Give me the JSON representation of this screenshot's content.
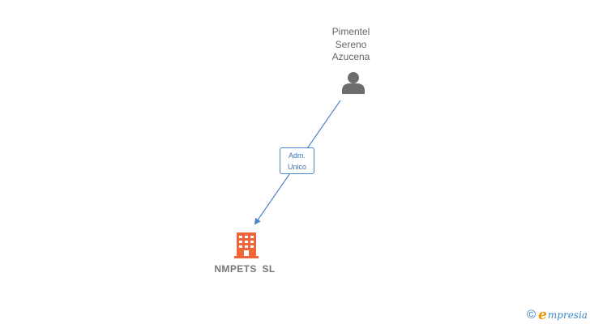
{
  "person": {
    "name_lines": [
      "Pimentel",
      "Sereno",
      "Azucena"
    ],
    "icon": "person-icon",
    "icon_color": "#6d6d6d"
  },
  "relation": {
    "role_lines": [
      "Adm.",
      "Unico"
    ],
    "line_color": "#4a86c8"
  },
  "company": {
    "name": "NMPETS  SL",
    "icon": "building-icon",
    "icon_color": "#f0643a"
  },
  "brand": {
    "copyright_symbol": "©",
    "logo_initial": "e",
    "logo_rest": "mpresia",
    "colors": {
      "copyright": "#2c7fc1",
      "initial": "#f29200",
      "text": "#3a86c2"
    }
  }
}
